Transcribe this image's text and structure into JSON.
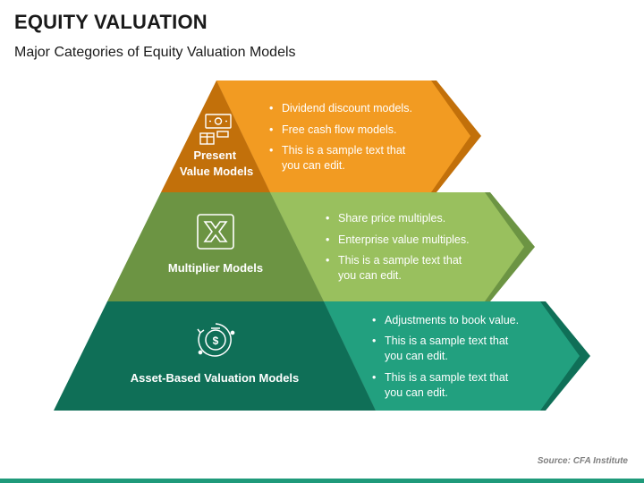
{
  "title": "EQUITY VALUATION",
  "subtitle": "Major Categories of Equity Valuation Models",
  "tiers": [
    {
      "label_lines": [
        "Present",
        "Value Models"
      ],
      "icon": "money-gift-icon",
      "bullets": [
        [
          "Dividend discount models."
        ],
        [
          "Free cash flow models."
        ],
        [
          "This is a sample text that",
          "you can edit."
        ]
      ]
    },
    {
      "label_lines": [
        "Multiplier Models"
      ],
      "icon": "multiply-box-icon",
      "bullets": [
        [
          "Share price multiples."
        ],
        [
          "Enterprise value multiples."
        ],
        [
          "This is a sample text that",
          "you can edit."
        ]
      ]
    },
    {
      "label_lines": [
        "Asset-Based Valuation Models"
      ],
      "icon": "dollar-cycle-icon",
      "bullets": [
        [
          "Adjustments to book value."
        ],
        [
          "This is a sample text that",
          "you can edit."
        ],
        [
          "This is a sample text that",
          "you can edit."
        ]
      ]
    }
  ],
  "source": "Source: CFA Institute",
  "colors": {
    "orange_dark": "#c2700a",
    "orange": "#f29b22",
    "green_dark": "#6c9443",
    "green": "#99c05e",
    "teal_dark": "#0f6f57",
    "teal": "#22a07f"
  }
}
